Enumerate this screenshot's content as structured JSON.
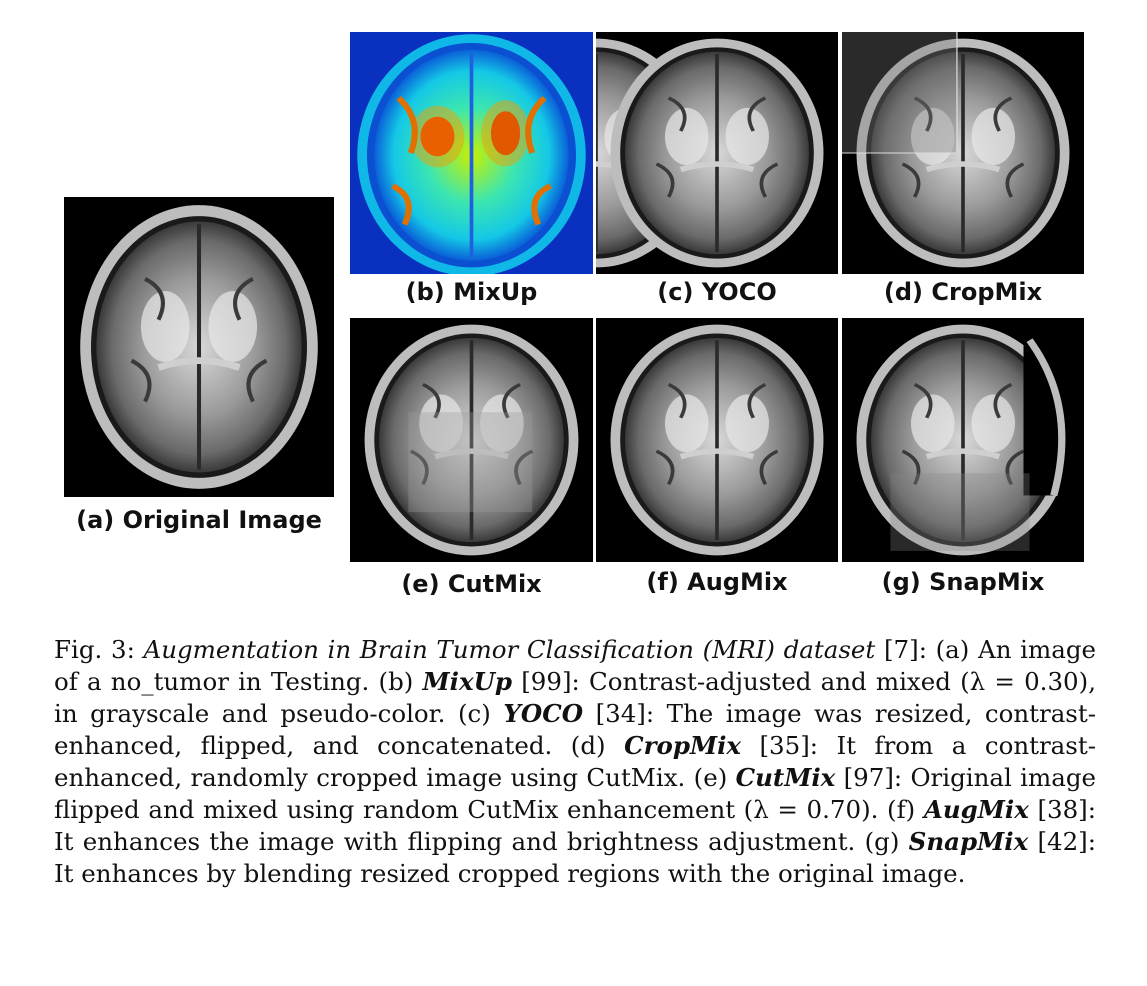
{
  "panels": {
    "a": "(a) Original Image",
    "b": "(b) MixUp",
    "c": "(c) YOCO",
    "d": "(d) CropMix",
    "e": "(e) CutMix",
    "f": "(f) AugMix",
    "g": "(g) SnapMix"
  },
  "caption": {
    "fig": "Fig. 3:",
    "title": "Augmentation in Brain Tumor Classification (MRI) dataset",
    "ref_title": "[7]",
    "a_text": ": (a) An image of a no_tumor in Testing. (b) ",
    "mixup": "MixUp",
    "mixup_text": " [99]: Contrast-adjusted and mixed (λ = 0.30), in grayscale and pseudo-color. (c) ",
    "yoco": "YOCO",
    "yoco_text": " [34]: The image was resized, contrast-enhanced, flipped, and concatenated. (d) ",
    "cropmix": "CropMix",
    "cropmix_text": " [35]: It from a contrast-enhanced, randomly cropped image using CutMix. (e) ",
    "cutmix": "CutMix",
    "cutmix_text": " [97]: Original image flipped and mixed using random CutMix enhancement (λ = 0.70). (f) ",
    "augmix": "AugMix",
    "augmix_text": " [38]: It enhances the image with flipping and brightness adjustment. (g) ",
    "snapmix": "SnapMix",
    "snapmix_text": " [42]: It enhances by blending resized cropped regions with the original image."
  }
}
